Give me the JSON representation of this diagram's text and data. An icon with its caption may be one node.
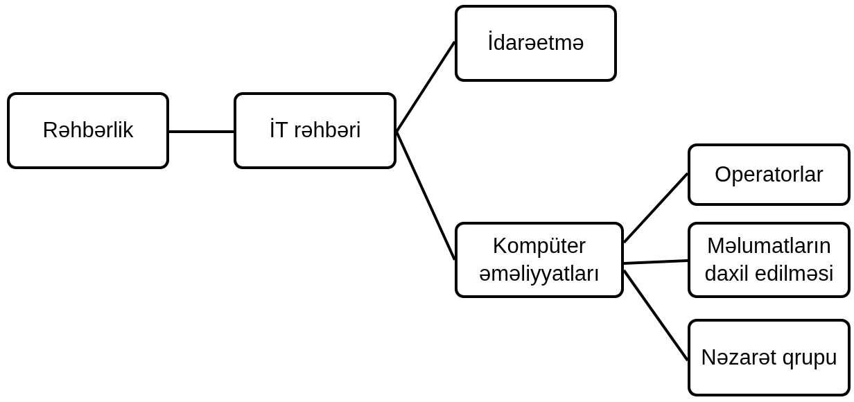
{
  "diagram": {
    "nodes": [
      {
        "text": [
          "Rəhbərlik"
        ]
      },
      {
        "text": [
          "İT rəhbəri"
        ]
      },
      {
        "text": [
          "İdarəetmə"
        ]
      },
      {
        "text": [
          "Kompüter əməliyyatları"
        ]
      },
      {
        "text": [
          "Operatorlar"
        ]
      },
      {
        "text": [
          "Məlumatların daxil edilməsi"
        ]
      },
      {
        "text": [
          "Nəzarət qrupu"
        ]
      }
    ],
    "edges": [
      {
        "from": 0,
        "to": 1,
        "arrow": "none"
      },
      {
        "from": 1,
        "to": 2,
        "arrow": "none"
      },
      {
        "from": 1,
        "to": 3,
        "arrow": "none"
      },
      {
        "from": 3,
        "to": 4,
        "arrow": "none"
      },
      {
        "from": 3,
        "to": 5,
        "arrow": "none"
      },
      {
        "from": 3,
        "to": 6,
        "arrow": "none"
      }
    ]
  }
}
